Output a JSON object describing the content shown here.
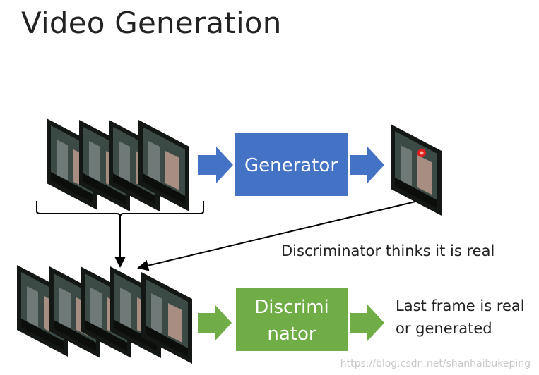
{
  "title": "Video Generation",
  "generator_label": "Generator",
  "discriminator_label_line1": "Discrimi",
  "discriminator_label_line2": "nator",
  "discriminator_note": "Discriminator thinks it is real",
  "output_label_line1": "Last frame is real",
  "output_label_line2": "or generated",
  "watermark": "https://blog.csdn.net/shanhaibukeping",
  "colors": {
    "generator_fill": "#4472c4",
    "discriminator_fill": "#70ad47",
    "blue_arrow": "#4472c4",
    "green_arrow": "#70ad47",
    "frame_dark": "#141814",
    "frame_scene": "#3b4a44",
    "red_marker": "#e02020"
  }
}
